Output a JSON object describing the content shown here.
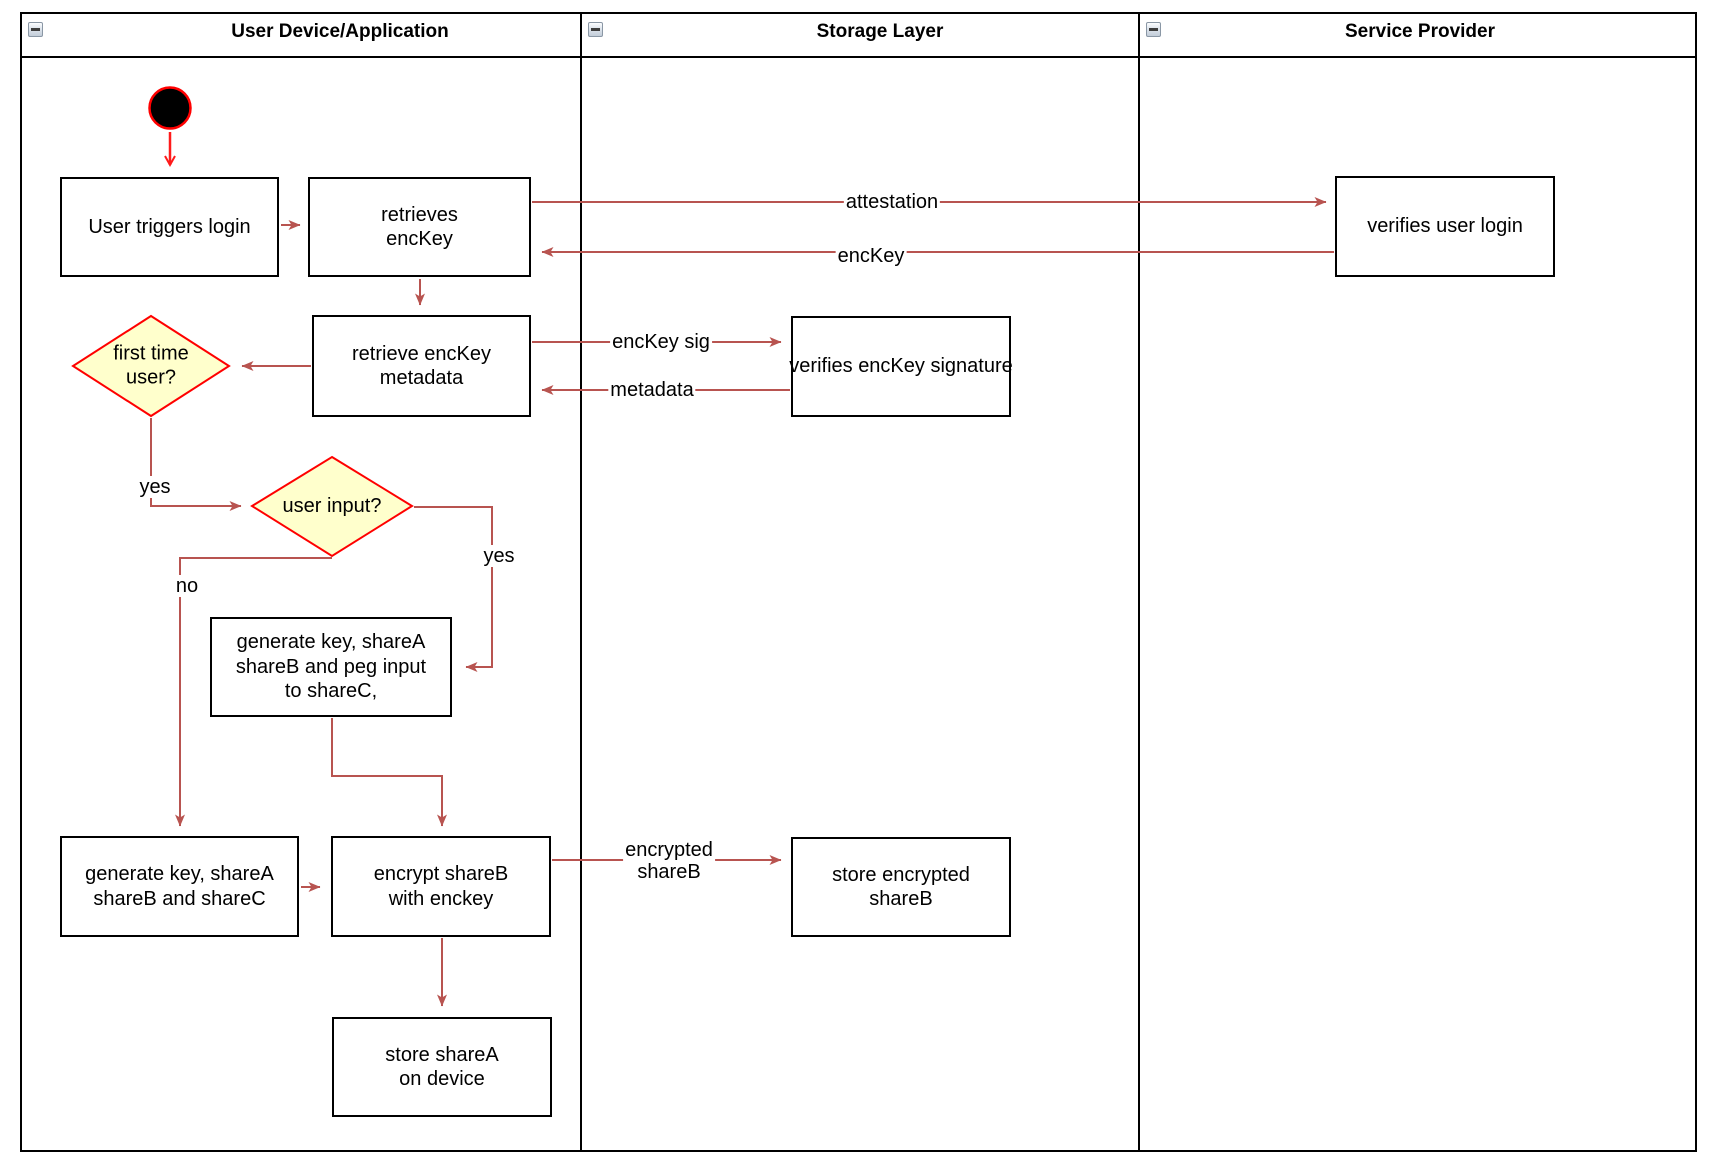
{
  "lanes": [
    {
      "title": "User Device/Application"
    },
    {
      "title": "Storage Layer"
    },
    {
      "title": "Service Provider"
    }
  ],
  "nodes": {
    "user_triggers_login": {
      "label": "User triggers login"
    },
    "retrieves_enckey": {
      "label": "retrieves\nencKey"
    },
    "verifies_user_login": {
      "label": "verifies user login"
    },
    "retrieve_enckey_metadata": {
      "label": "retrieve encKey\nmetadata"
    },
    "verifies_enckey_signature": {
      "label": "verifies encKey signature"
    },
    "first_time_user": {
      "label": "first time\nuser?"
    },
    "user_input": {
      "label": "user input?"
    },
    "generate_key_peg_input": {
      "label": "generate key, shareA\nshareB and peg input\nto shareC,"
    },
    "generate_key_sharec": {
      "label": "generate key, shareA\nshareB and shareC"
    },
    "encrypt_shareb": {
      "label": "encrypt shareB\nwith enckey"
    },
    "store_encrypted_shareb": {
      "label": "store encrypted\nshareB"
    },
    "store_sharea_device": {
      "label": "store shareA\non device"
    }
  },
  "edge_labels": {
    "attestation": "attestation",
    "enckey": "encKey",
    "enckey_sig": "encKey sig",
    "metadata": "metadata",
    "first_time_yes": "yes",
    "user_input_no": "no",
    "user_input_yes": "yes",
    "encrypted_shareb": "encrypted\nshareB"
  },
  "colors": {
    "edge": "#B85450",
    "start_edge": "#FF1A1A",
    "decision_fill": "#FFFFCC",
    "decision_border": "#FF0000",
    "node_border": "#000000"
  }
}
